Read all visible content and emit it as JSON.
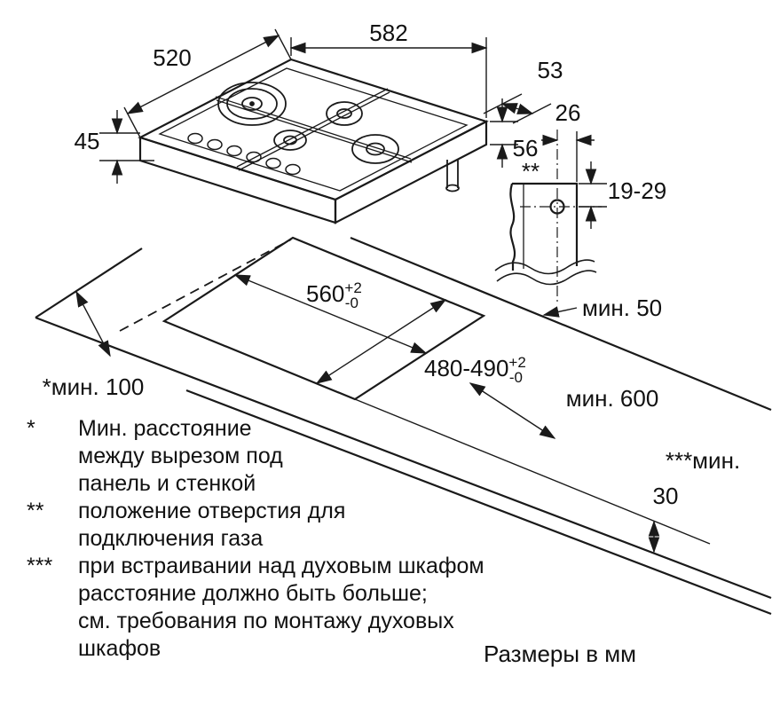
{
  "dimensions": {
    "hob_width": "582",
    "hob_depth": "520",
    "gas_connection_offset": "53",
    "hob_height": "45",
    "side_height": "56",
    "hole_offset": "26",
    "hole_position_range": "19-29",
    "hole_marker": "**",
    "cutout_width": "560",
    "cutout_width_tol_upper": "+2",
    "cutout_width_tol_lower": "-0",
    "cutout_depth": "480-490",
    "cutout_depth_tol_upper": "+2",
    "cutout_depth_tol_lower": "-0",
    "min_back_clearance": "мин. 50",
    "min_left_clearance": "*мин. 100",
    "min_worktop_depth": "мин. 600",
    "min_front_prefix": "***мин.",
    "min_front_value": "30"
  },
  "footnotes": [
    {
      "marker": "*",
      "lines": [
        "Мин. расстояние",
        "между вырезом под",
        "панель и стенкой"
      ]
    },
    {
      "marker": "**",
      "lines": [
        "положение отверстия для",
        "подключения газа"
      ]
    },
    {
      "marker": "***",
      "lines": [
        "при встраивании над духовым шкафом",
        "расстояние должно быть больше;",
        "см. требования по монтажу духовых",
        "шкафов"
      ]
    }
  ],
  "units_note": "Размеры в мм",
  "colors": {
    "line": "#1a1a1a",
    "background": "#ffffff"
  }
}
